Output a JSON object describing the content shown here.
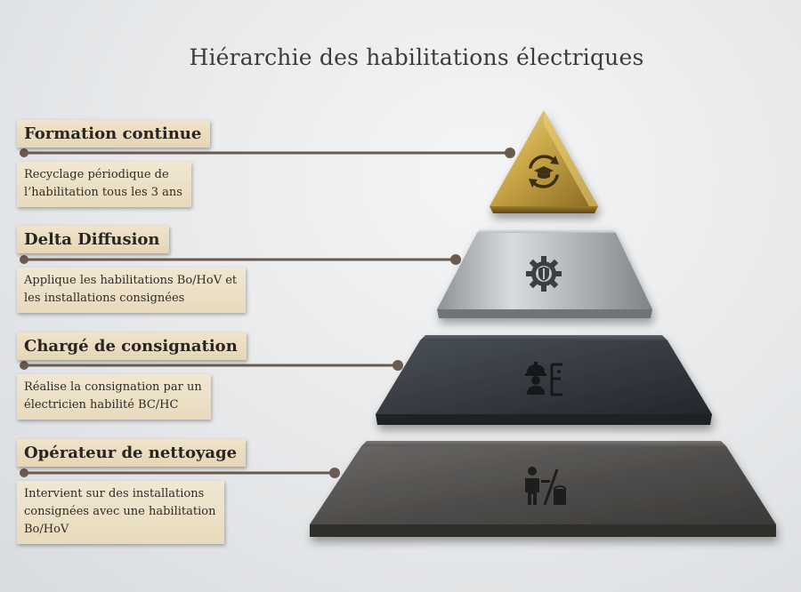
{
  "title": "Hiérarchie des habilitations électriques",
  "levels": [
    {
      "heading": "Formation continue",
      "description_lines": [
        "Recyclage périodique de",
        "l’habilitation tous les 3 ans"
      ],
      "material": "gold",
      "icon": "graduation-cap-refresh-icon"
    },
    {
      "heading": "Delta Diffusion",
      "description_lines": [
        "Applique les habilitations Bo/HoV et",
        "les installations consignées"
      ],
      "material": "brushed-steel",
      "icon": "gear-shield-icon"
    },
    {
      "heading": "Chargé de consignation",
      "description_lines": [
        "Réalise la consignation par un",
        "électricien habilité BC/HC"
      ],
      "material": "slate",
      "icon": "worker-padlock-icon"
    },
    {
      "heading": "Opérateur de nettoyage",
      "description_lines": [
        "Intervient sur des installations",
        "consignées avec une habilitation",
        "Bo/HoV"
      ],
      "material": "concrete",
      "icon": "cleaner-bucket-icon"
    }
  ],
  "colors": {
    "label_paper": "#e9dcc0",
    "connector": "#6b5a4f",
    "gold": "#c9a646",
    "steel": "#b9bcc0",
    "slate": "#3a3f45",
    "concrete": "#545250"
  }
}
